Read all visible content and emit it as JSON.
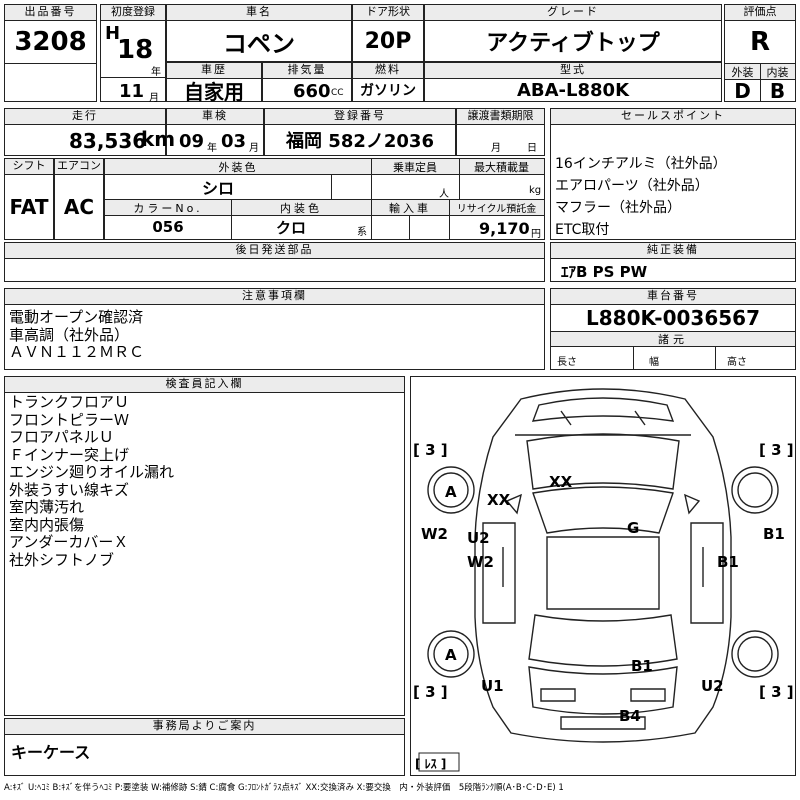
{
  "lot": {
    "label": "出品番号",
    "value": "3208"
  },
  "first_reg": {
    "label": "初度登録",
    "era": "H",
    "year": "18",
    "year_unit": "年",
    "month": "11",
    "month_unit": "月"
  },
  "car_name": {
    "label": "車名",
    "value": "コペン"
  },
  "door": {
    "label": "ドア形状",
    "value": "20P"
  },
  "grade": {
    "label": "グレード",
    "value": "アクティブトップ"
  },
  "score": {
    "label": "評価点",
    "value": "R",
    "ext_label": "外装",
    "ext_value": "D",
    "int_label": "内装",
    "int_value": "B"
  },
  "history": {
    "label": "車歴",
    "value": "自家用"
  },
  "displacement": {
    "label": "排気量",
    "value": "660",
    "unit": "CC"
  },
  "fuel": {
    "label": "燃料",
    "value": "ガソリン"
  },
  "model": {
    "label": "型式",
    "value": "ABA-L880K"
  },
  "mileage": {
    "label": "走行",
    "value": "83,536",
    "unit": "km"
  },
  "inspection": {
    "label": "車検",
    "year": "09",
    "year_unit": "年",
    "month": "03",
    "month_unit": "月"
  },
  "plate": {
    "label": "登録番号",
    "value": "福岡 582ノ2036"
  },
  "transfer_doc": {
    "label": "譲渡書類期限",
    "month_unit": "月",
    "day_unit": "日"
  },
  "shift": {
    "label": "シフト",
    "value": "FAT"
  },
  "aircon": {
    "label": "エアコン",
    "value": "AC"
  },
  "exterior_color": {
    "label": "外装色",
    "value": "シロ"
  },
  "capacity": {
    "label": "乗車定員",
    "unit": "人"
  },
  "max_load": {
    "label": "最大積載量",
    "unit": "kg"
  },
  "color_no": {
    "label": "カラーNo.",
    "value": "056"
  },
  "interior_color": {
    "label": "内装色",
    "value": "クロ",
    "suffix": "系"
  },
  "import": {
    "label": "輸入車"
  },
  "recycle": {
    "label": "リサイクル預託金",
    "value": "9,170",
    "unit": "円"
  },
  "sales_points": {
    "label": "セールスポイント",
    "items": [
      "16インチアルミ（社外品）",
      "エアロパーツ（社外品）",
      "マフラー（社外品）",
      "ETC取付"
    ]
  },
  "later_parts": {
    "label": "後日発送部品"
  },
  "genuine": {
    "label": "純正装備",
    "value": "ｴｱB PS PW"
  },
  "caution": {
    "label": "注意事項欄",
    "lines": [
      "電動オープン確認済",
      "車高調（社外品）",
      "ＡＶＮ１１２ＭＲＣ"
    ]
  },
  "chassis": {
    "label": "車台番号",
    "value": "L880K-0036567"
  },
  "specs": {
    "label": "諸元",
    "length": "長さ",
    "width": "幅",
    "height": "高さ"
  },
  "inspector": {
    "label": "検査員記入欄",
    "lines": [
      "トランクフロアＵ",
      "フロントピラーＷ",
      "フロアパネルＵ",
      "Ｆインナー突上げ",
      "エンジン廻りオイル漏れ",
      "外装うすい線キズ",
      "室内薄汚れ",
      "室内内張傷",
      "アンダーカバーＸ",
      "社外シフトノブ"
    ]
  },
  "office": {
    "label": "事務局よりご案内",
    "value": "キーケース"
  },
  "diagram": {
    "tire_marks": [
      "[ 3 ]",
      "[ 3 ]",
      "[ 3 ]",
      "[ 3 ]"
    ],
    "marks": [
      "XX",
      "XX",
      "G",
      "A",
      "A",
      "W2",
      "U2",
      "W2",
      "B1",
      "B1",
      "B1",
      "U1",
      "U2",
      "B4"
    ],
    "corner": "[ ﾚｽ ]"
  },
  "legend": "A:ｷｽﾞ U:ﾍｺﾐ B:ｷｽﾞを伴うﾍｺﾐ P:要塗装 W:補修跡 S:錆 C:腐食 G:ﾌﾛﾝﾄｶﾞﾗｽ点ｷｽﾞ XX:交換済み X:要交換　内・外装評価　5段階ﾗﾝｸ順(A･B･C･D･E) 1"
}
